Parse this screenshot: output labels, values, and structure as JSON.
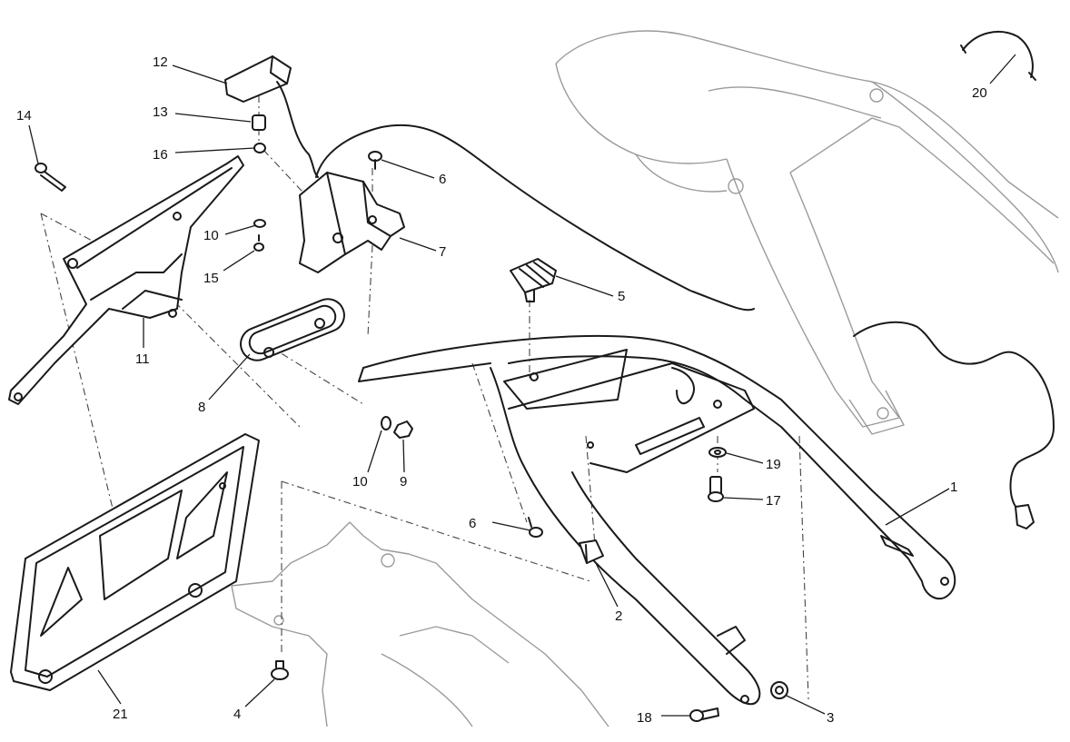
{
  "callouts": [
    {
      "id": "c1",
      "text": "1"
    },
    {
      "id": "c2",
      "text": "2"
    },
    {
      "id": "c3",
      "text": "3"
    },
    {
      "id": "c4",
      "text": "4"
    },
    {
      "id": "c5",
      "text": "5"
    },
    {
      "id": "c6a",
      "text": "6"
    },
    {
      "id": "c6b",
      "text": "6"
    },
    {
      "id": "c7",
      "text": "7"
    },
    {
      "id": "c8",
      "text": "8"
    },
    {
      "id": "c9",
      "text": "9"
    },
    {
      "id": "c10a",
      "text": "10"
    },
    {
      "id": "c10b",
      "text": "10"
    },
    {
      "id": "c11",
      "text": "11"
    },
    {
      "id": "c12",
      "text": "12"
    },
    {
      "id": "c13",
      "text": "13"
    },
    {
      "id": "c14",
      "text": "14"
    },
    {
      "id": "c15",
      "text": "15"
    },
    {
      "id": "c16",
      "text": "16"
    },
    {
      "id": "c17",
      "text": "17"
    },
    {
      "id": "c18",
      "text": "18"
    },
    {
      "id": "c19",
      "text": "19"
    },
    {
      "id": "c20",
      "text": "20"
    },
    {
      "id": "c21",
      "text": "21"
    }
  ]
}
